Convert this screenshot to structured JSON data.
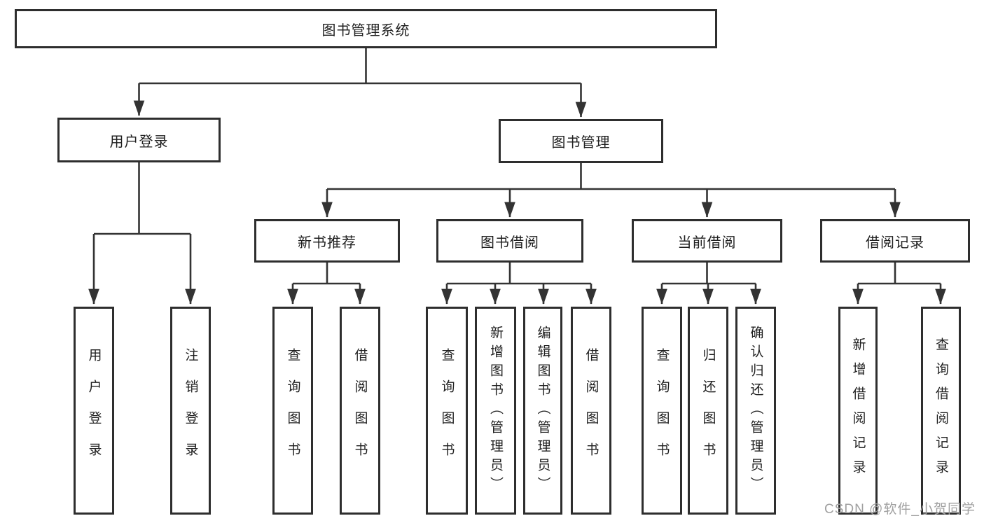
{
  "diagram": {
    "root": {
      "label": "图书管理系统"
    },
    "level2": [
      {
        "label": "用户登录"
      },
      {
        "label": "图书管理"
      }
    ],
    "level3": [
      {
        "label": "新书推荐"
      },
      {
        "label": "图书借阅"
      },
      {
        "label": "当前借阅"
      },
      {
        "label": "借阅记录"
      }
    ],
    "level4": {
      "user_login_children": [
        "用户登录",
        "注销登录"
      ],
      "new_book_children": [
        "查询图书",
        "借阅图书"
      ],
      "book_borrow_children": [
        "查询图书",
        "新增图书（管理员）",
        "编辑图书（管理员）",
        "借阅图书"
      ],
      "current_borrow_children": [
        "查询图书",
        "归还图书",
        "确认归还（管理员）"
      ],
      "borrow_record_children": [
        "新增借阅记录",
        "查询借阅记录"
      ]
    }
  },
  "watermark": "CSDN @软件_小贺同学",
  "colors": {
    "line": "#333333",
    "box_border": "#2e2e2e",
    "text": "#1f1f1f",
    "background": "#ffffff",
    "watermark": "#a0a0a0"
  }
}
